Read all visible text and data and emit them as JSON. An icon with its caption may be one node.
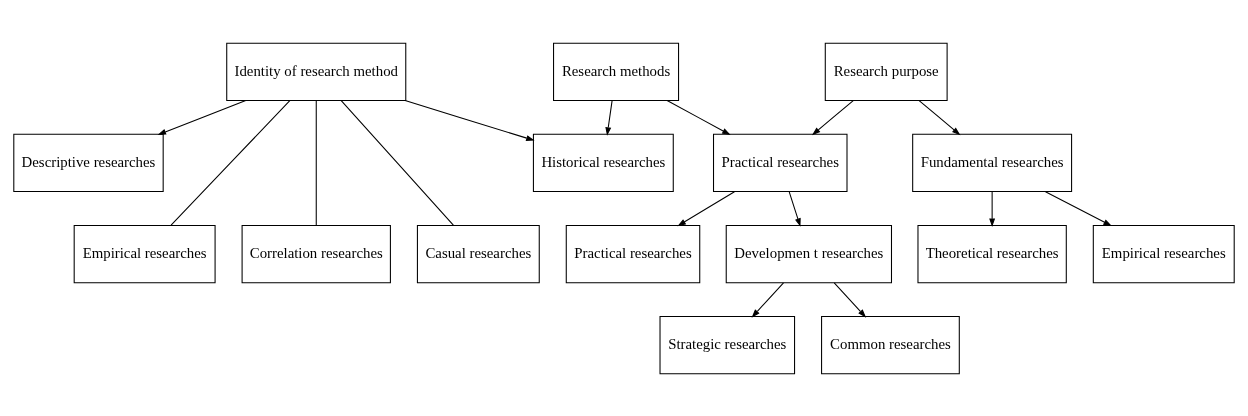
{
  "diagram": {
    "nodes": [
      {
        "text": [
          "Identity of research method"
        ]
      },
      {
        "text": [
          "Research methods"
        ]
      },
      {
        "text": [
          "Research purpose"
        ]
      },
      {
        "text": [
          "Descriptive researches"
        ]
      },
      {
        "text": [
          "Historical researches"
        ]
      },
      {
        "text": [
          "Practical researches"
        ]
      },
      {
        "text": [
          "Fundamental researches"
        ]
      },
      {
        "text": [
          "Empirical researches"
        ]
      },
      {
        "text": [
          "Correlation researches"
        ]
      },
      {
        "text": [
          "Casual researches"
        ]
      },
      {
        "text": [
          "Practical researches"
        ]
      },
      {
        "text": [
          "Developmen t researches"
        ]
      },
      {
        "text": [
          "Theoretical researches"
        ]
      },
      {
        "text": [
          "Empirical researches"
        ]
      },
      {
        "text": [
          "Strategic researches"
        ]
      },
      {
        "text": [
          "Common researches"
        ]
      }
    ],
    "edges": [
      {
        "from": 0,
        "to": 3,
        "arrow": "to"
      },
      {
        "from": 0,
        "to": 4,
        "arrow": "to"
      },
      {
        "from": 1,
        "to": 4,
        "arrow": "to"
      },
      {
        "from": 1,
        "to": 5,
        "arrow": "to"
      },
      {
        "from": 2,
        "to": 5,
        "arrow": "to"
      },
      {
        "from": 2,
        "to": 6,
        "arrow": "to"
      },
      {
        "from": 0,
        "to": 7,
        "arrow": "none"
      },
      {
        "from": 0,
        "to": 8,
        "arrow": "none"
      },
      {
        "from": 0,
        "to": 9,
        "arrow": "none"
      },
      {
        "from": 5,
        "to": 10,
        "arrow": "to"
      },
      {
        "from": 5,
        "to": 11,
        "arrow": "to"
      },
      {
        "from": 6,
        "to": 12,
        "arrow": "to"
      },
      {
        "from": 6,
        "to": 13,
        "arrow": "to"
      },
      {
        "from": 11,
        "to": 14,
        "arrow": "to"
      },
      {
        "from": 11,
        "to": 15,
        "arrow": "to"
      }
    ]
  }
}
